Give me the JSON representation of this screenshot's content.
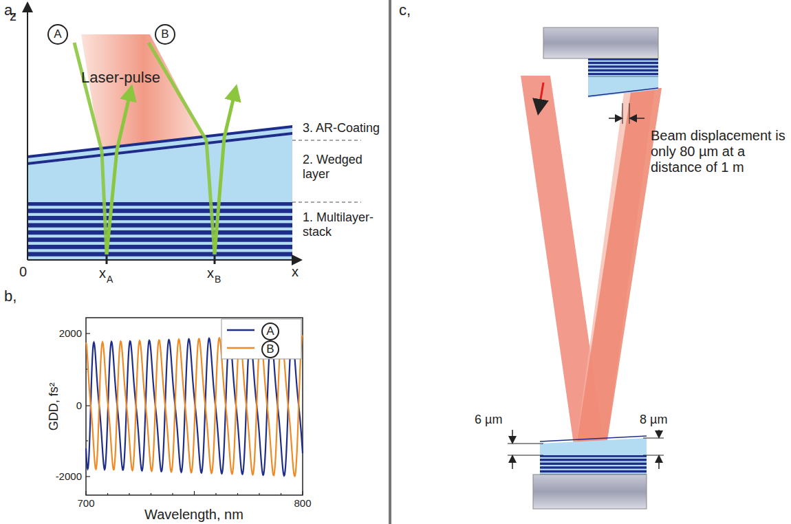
{
  "diagram": {
    "nodes": [
      {
        "text": [
          "A"
        ]
      },
      {
        "text": [
          "B"
        ]
      }
    ],
    "labels": [
      "a,",
      "z",
      "x",
      "0",
      "x",
      "A",
      "x",
      "B",
      "Laser-pulse",
      "3. AR-Coating",
      "2. Wedged layer",
      "1. Multilayer-stack",
      "b,",
      "GDD, fs²",
      "2000",
      "0",
      "-2000",
      "700",
      "800",
      "Wavelength, nm",
      "c,",
      "Beam displacement is only 80 µm at a distance of 1 m",
      "6 µm",
      "8 µm"
    ],
    "legend": [
      {
        "text": "A"
      },
      {
        "text": "B"
      }
    ]
  }
}
